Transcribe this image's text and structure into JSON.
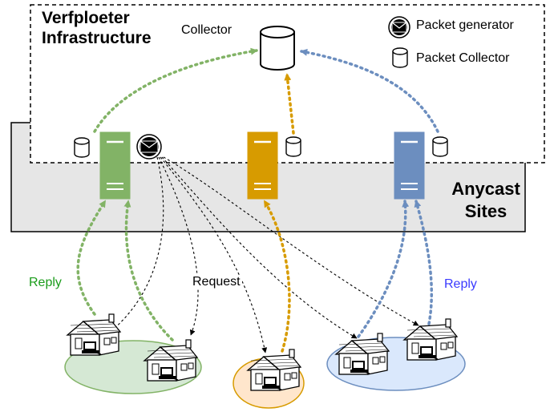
{
  "infrastructure": {
    "title_line1": "Verfploeter",
    "title_line2": "Infrastructure"
  },
  "anycast": {
    "title_line1": "Anycast",
    "title_line2": "Sites"
  },
  "collector": {
    "label": "Collector"
  },
  "legend": {
    "generator_label": "Packet generator",
    "collector_label": "Packet Collector"
  },
  "labels": {
    "request": "Request",
    "reply_green": "Reply",
    "reply_blue": "Reply"
  },
  "colors": {
    "green": "#82b366",
    "orange": "#d79b00",
    "blue": "#6c8ebf",
    "green_fill": "#d5e8d4",
    "orange_fill": "#ffe6cc",
    "blue_fill": "#dae8fc",
    "anycast_fill": "#e6e6e6",
    "reply_green_text": "#1a9c1a",
    "reply_blue_text": "#3a3aff"
  },
  "icons": {
    "generator": "envelope-icon",
    "collector": "database-icon",
    "server": "server-icon",
    "house": "house-icon"
  }
}
